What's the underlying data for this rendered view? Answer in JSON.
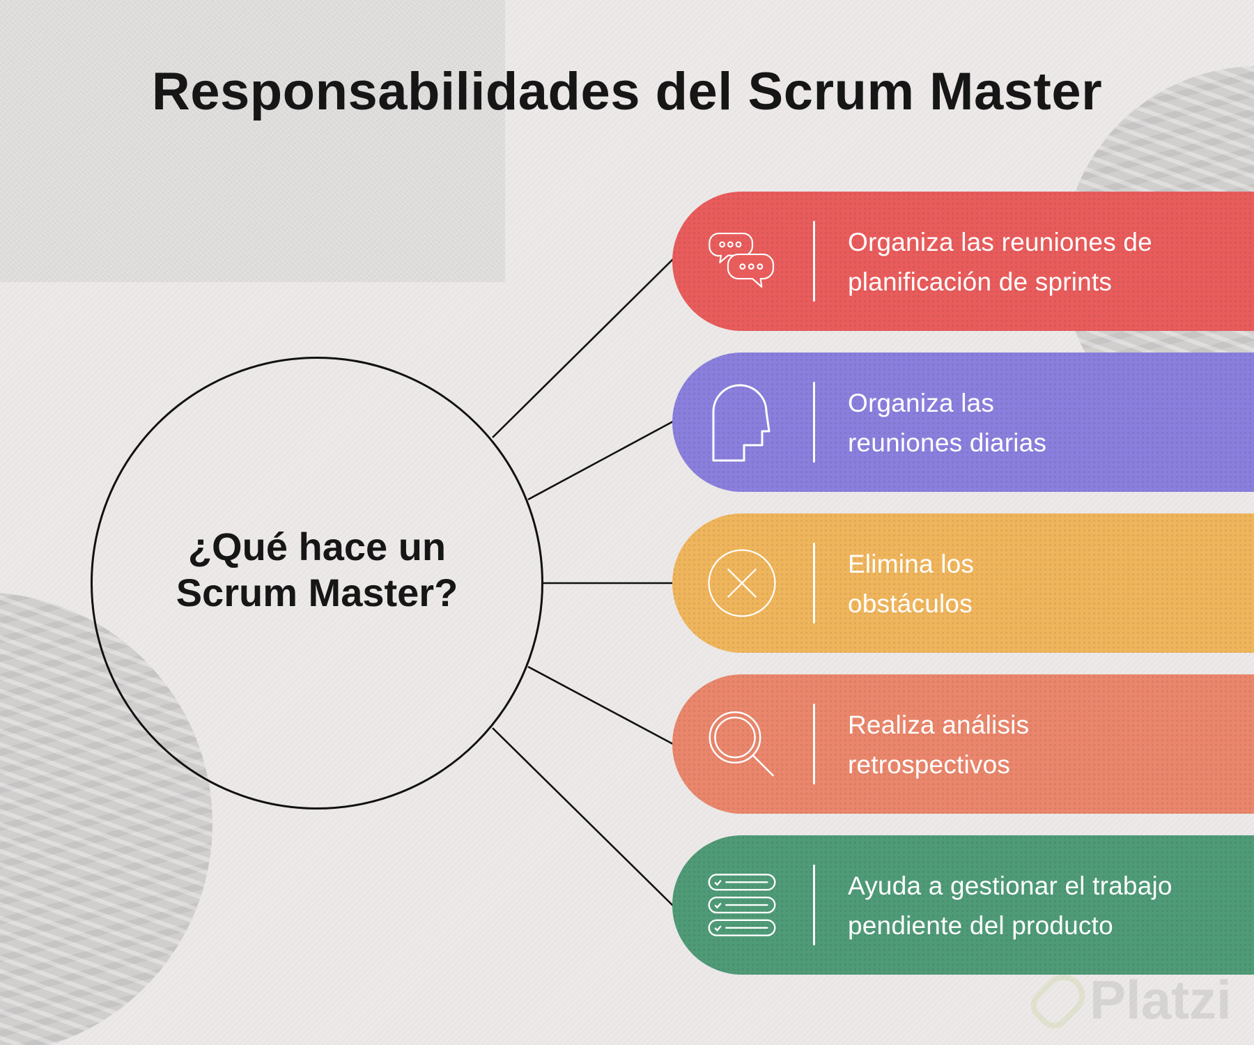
{
  "title": "Responsabilidades del Scrum Master",
  "center": {
    "line1": "¿Qué hace un",
    "line2": "Scrum Master?"
  },
  "items": [
    {
      "icon": "chat-bubbles-icon",
      "line1": "Organiza las reuniones de",
      "line2": "planificación de sprints",
      "color": "#e85c5c"
    },
    {
      "icon": "head-profile-icon",
      "line1": "Organiza las",
      "line2": "reuniones diarias",
      "color": "#8a7fdc"
    },
    {
      "icon": "x-circle-icon",
      "line1": "Elimina los",
      "line2": "obstáculos",
      "color": "#efb55c"
    },
    {
      "icon": "magnifier-icon",
      "line1": "Realiza análisis",
      "line2": "retrospectivos",
      "color": "#e9866c"
    },
    {
      "icon": "checklist-icon",
      "line1": "Ayuda a gestionar el trabajo",
      "line2": "pendiente del producto",
      "color": "#4f9a77"
    }
  ],
  "watermark": {
    "text": "Platzi"
  },
  "colors": {
    "background": "#ece9e8",
    "text_dark": "#161616",
    "connector": "#111111"
  }
}
